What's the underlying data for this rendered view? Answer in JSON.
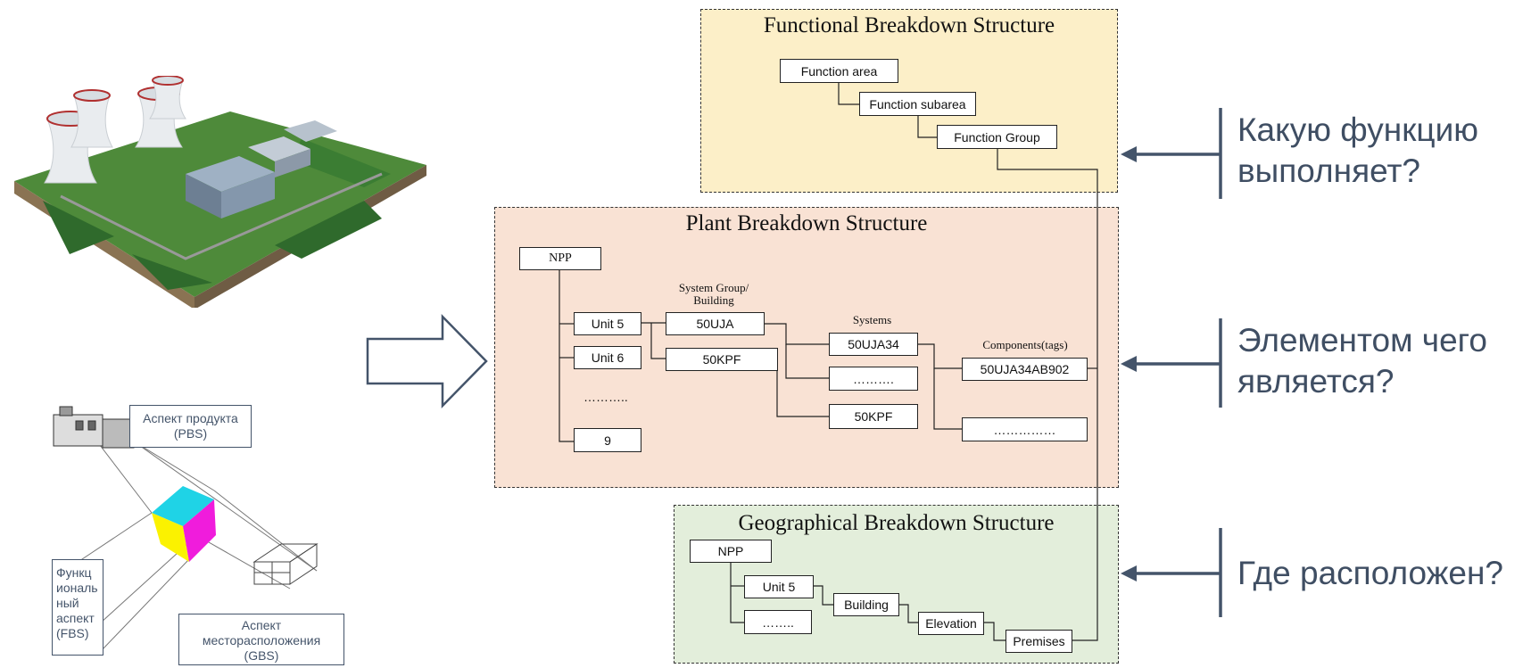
{
  "fbs": {
    "title": "Functional Breakdown Structure",
    "function_area": "Function area",
    "function_subarea": "Function subarea",
    "function_group": "Function Group"
  },
  "pbs": {
    "title": "Plant Breakdown Structure",
    "npp": "NPP",
    "system_group_label": "System Group/ Building",
    "systems_label": "Systems",
    "components_label": "Components(tags)",
    "unit5": "Unit 5",
    "unit6": "Unit 6",
    "units_ellipsis": "………..",
    "unit9": "9",
    "sg1": "50UJA",
    "sg2": "50KPF",
    "sys1": "50UJA34",
    "sys_ellipsis": "……….",
    "sys2": "50KPF",
    "comp1": "50UJA34AB902",
    "comp_ellipsis": "……………"
  },
  "gbs": {
    "title": "Geographical Breakdown Structure",
    "npp": "NPP",
    "unit5": "Unit 5",
    "ellipsis": "……..",
    "building": "Building",
    "elevation": "Elevation",
    "premises": "Premises"
  },
  "questions": {
    "q1": "Какую функцию выполняет?",
    "q2": "Элементом чего является?",
    "q3": "Где расположен?"
  },
  "aspects": {
    "pbs": "Аспект продукта (PBS)",
    "fbs": "Функц иональ ный аспект (FBS)",
    "gbs": "Аспект месторасположения (GBS)"
  },
  "colors": {
    "fbs_bg": "#fcefc8",
    "pbs_bg": "#f9e2d4",
    "gbs_bg": "#e3eedb",
    "accent": "#44546a",
    "cube_cyan": "#1fd3e6",
    "cube_magenta": "#f01cdc",
    "cube_yellow": "#fbf200"
  },
  "icons": [
    "nuclear-plant-illustration",
    "right-arrow-icon",
    "aspect-cube-icon",
    "factory-icon",
    "grid-box-icon"
  ]
}
